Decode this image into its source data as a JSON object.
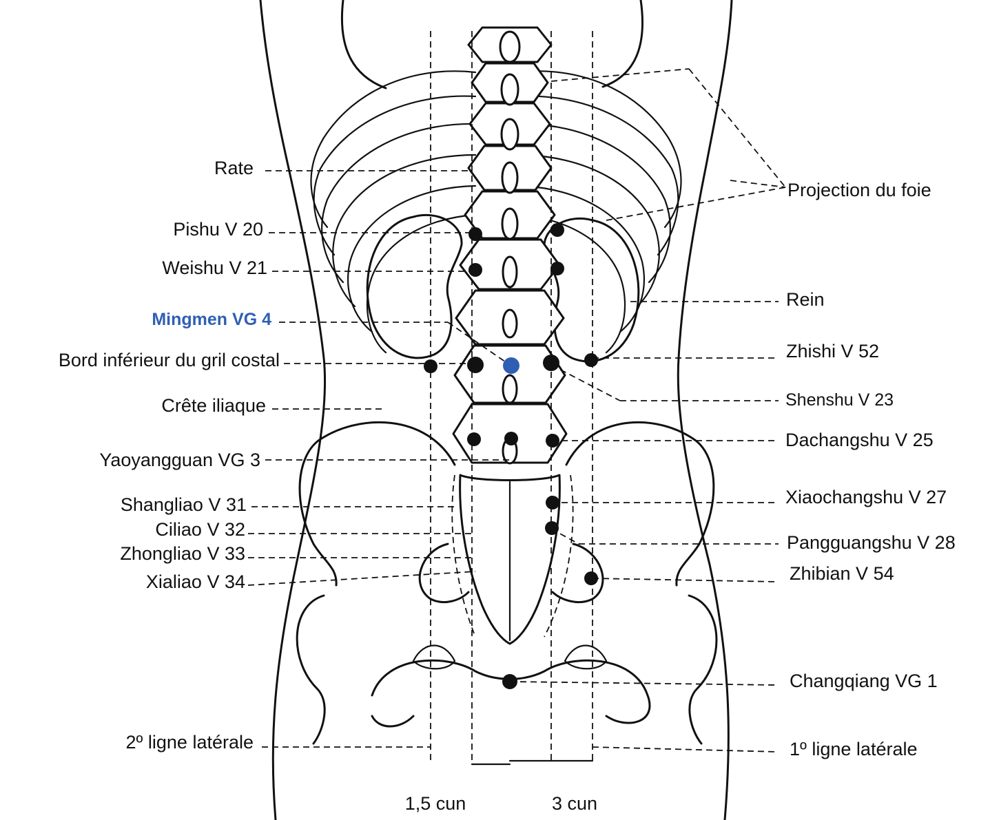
{
  "labels_left": [
    "Rate",
    "Pishu V  20",
    "Weishu V  21",
    "Mingmen VG 4",
    "Bord inférieur du gril costal",
    "Crête iliaque",
    "Yaoyangguan VG  3",
    "Shangliao V  31",
    "Ciliao V  32",
    "Zhongliao V  33",
    "Xialiao V  34",
    "2º ligne latérale"
  ],
  "labels_right": [
    "Projection du foie",
    "Rein",
    "Zhishi V  52",
    "Shenshu V 23",
    "Dachangshu V  25",
    "Xiaochangshu V  27",
    "Pangguangshu V  28",
    "Zhibian V  54",
    "Changqiang VG  1",
    "1º ligne latérale"
  ],
  "bottom_labels": [
    "1,5  cun",
    "3  cun"
  ],
  "colors": {
    "ink": "#111111",
    "highlight": "#2f5fb4"
  }
}
